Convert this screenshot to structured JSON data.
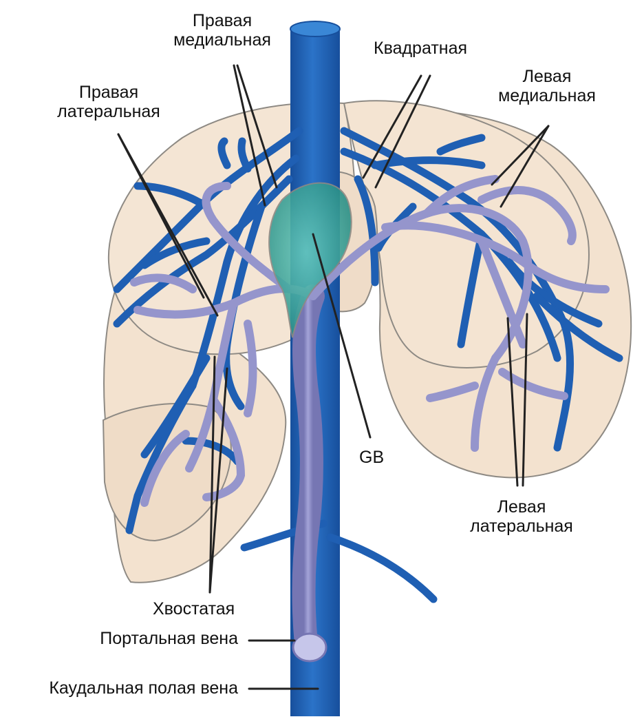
{
  "labels": {
    "right_medial": [
      "Правая",
      "медиальная"
    ],
    "quadrate": "Квадратная",
    "left_medial": [
      "Левая",
      "медиальная"
    ],
    "right_lateral": [
      "Правая",
      "латеральная"
    ],
    "gallbladder": "GB",
    "left_lateral": [
      "Левая",
      "латеральная"
    ],
    "caudate": "Хвостатая",
    "portal_vein": "Портальная вена",
    "caudal_vena_cava": "Каудальная полая вена"
  },
  "colors": {
    "liver": "#f3e2cf",
    "liver_outline": "#8e8a84",
    "hepatic_vein": "#1f5fb3",
    "portal_vein": "#8f8fc8",
    "gallbladder": "#3aa59a",
    "leader_line": "#222222"
  }
}
